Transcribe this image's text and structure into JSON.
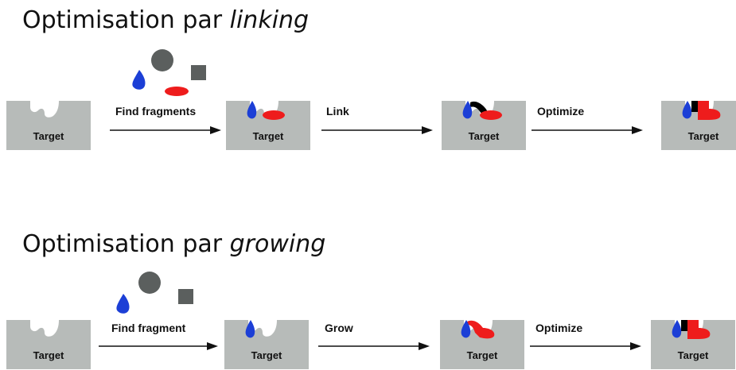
{
  "linking": {
    "title_prefix": "Optimisation par",
    "title_emph": "linking",
    "target_label": "Target",
    "steps": [
      "Find fragments",
      "Link",
      "Optimize"
    ]
  },
  "growing": {
    "title_prefix": "Optimisation par",
    "title_emph": "growing",
    "target_label": "Target",
    "steps": [
      "Find fragment",
      "Grow",
      "Optimize"
    ]
  },
  "colors": {
    "target": "#b7bbb9",
    "blue": "#1c3fd6",
    "red": "#ee1c1c",
    "gray": "#5b5f5e",
    "black": "#000000"
  }
}
